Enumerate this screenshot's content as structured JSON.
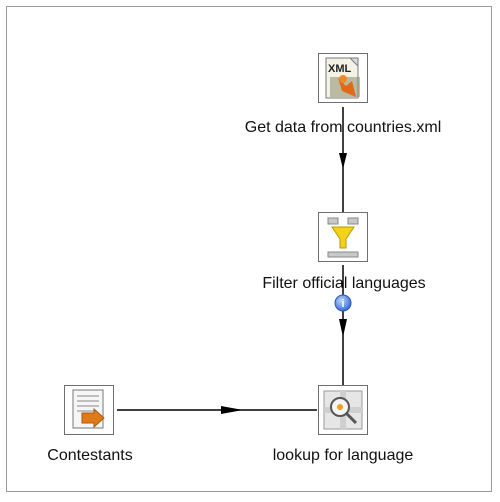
{
  "canvas": {
    "steps": [
      {
        "id": "get-data",
        "label": "Get data from countries.xml",
        "icon": "xml-input-icon",
        "icon_text": "XML"
      },
      {
        "id": "filter",
        "label": "Filter official languages",
        "icon": "filter-funnel-icon"
      },
      {
        "id": "lookup",
        "label": "lookup for language",
        "icon": "stream-lookup-icon"
      },
      {
        "id": "contestants",
        "label": "Contestants",
        "icon": "text-file-input-icon"
      }
    ],
    "hops": [
      {
        "from": "get-data",
        "to": "filter"
      },
      {
        "from": "filter",
        "to": "lookup"
      },
      {
        "from": "contestants",
        "to": "lookup"
      }
    ],
    "info_badge": {
      "symbol": "i",
      "icon": "info-icon"
    }
  }
}
